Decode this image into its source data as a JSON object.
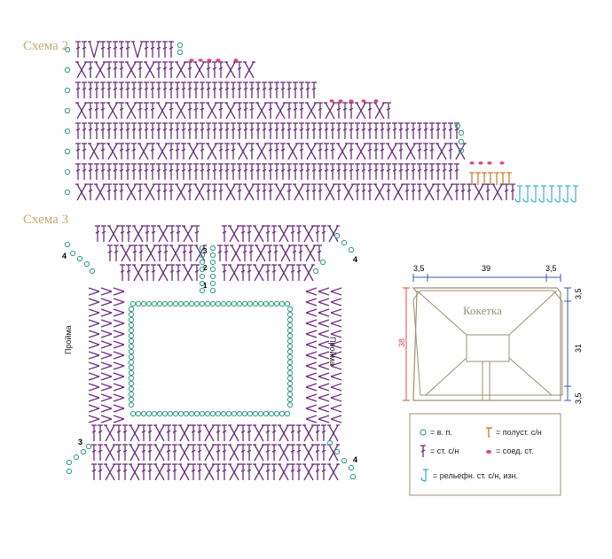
{
  "scheme2": {
    "title": "Схема 2"
  },
  "scheme3": {
    "title": "Схема 3",
    "side_label_left": "Пройма",
    "side_label_right": "Пройма",
    "corner_labels": [
      "4",
      "4",
      "3",
      "4"
    ],
    "center_numbers": [
      "3",
      "2",
      "1"
    ]
  },
  "yoke": {
    "label": "Кокетка",
    "dims_top": [
      "3,5",
      "39",
      "3,5"
    ],
    "dim_left": "38",
    "dims_right": [
      "3,5",
      "31",
      "3,5"
    ]
  },
  "legend": {
    "chain": "= в. п.",
    "half_dc": "= полуст. с/н",
    "dc": "= ст. с/н",
    "slip": "= соед. ст.",
    "relief": "= рельефн. ст. с/н, изн."
  },
  "colors": {
    "stitch": "#6b2d7d",
    "chain": "#3aa18a",
    "slip": "#e0457b",
    "half_dc": "#c8741e",
    "relief": "#2ba6d6",
    "title": "#c9a86e",
    "schematic": "#9c9271",
    "dim_blue": "#3a5aa8",
    "dim_red": "#d94a4a"
  }
}
